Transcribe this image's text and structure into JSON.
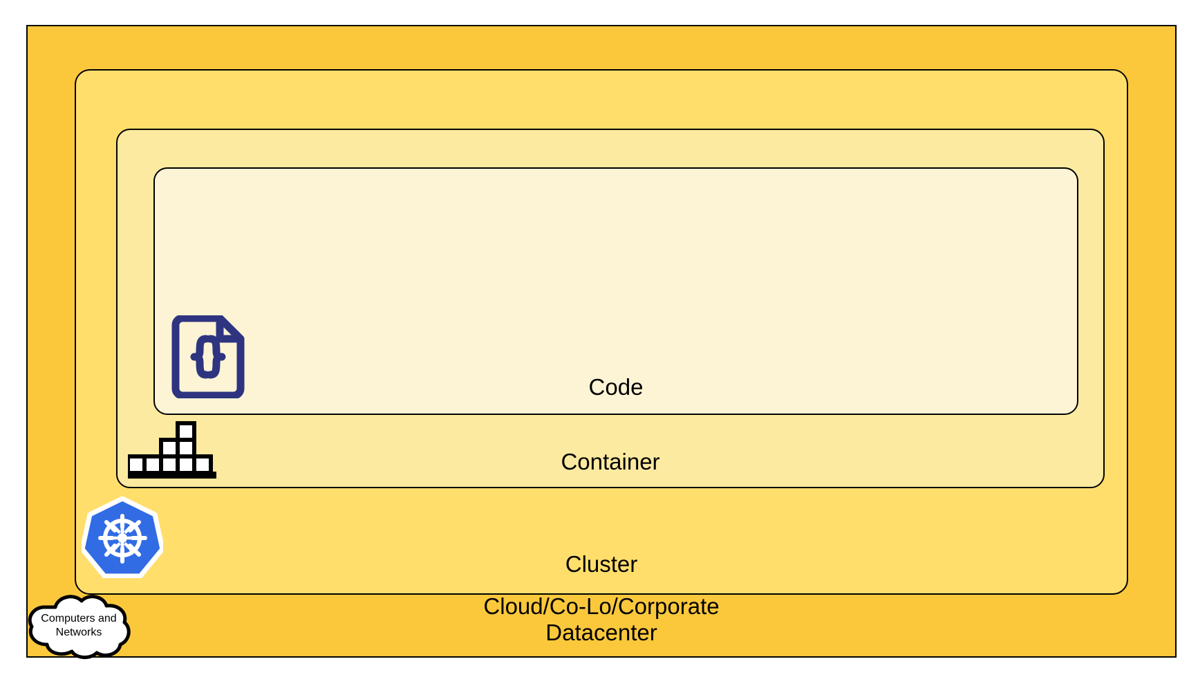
{
  "diagram": {
    "title": "Kubernetes application stack layers",
    "type": "nested-layers"
  },
  "colors": {
    "datacenter_fill": "#FBC83C",
    "cluster_fill": "#FFDE6C",
    "container_fill": "#FCEAA0",
    "code_fill": "#FDF4D6",
    "stroke": "#000000",
    "code_icon": "#2E3480",
    "k8s_blue": "#326CE5",
    "cloud_fill": "#FFFFFF"
  },
  "layers": {
    "code": {
      "label": "Code",
      "icon": "code-braces-document-icon"
    },
    "container": {
      "label": "Container",
      "icon": "container-boxes-icon"
    },
    "cluster": {
      "label": "Cluster",
      "icon": "kubernetes-helm-icon"
    },
    "datacenter": {
      "label": "Cloud/Co-Lo/Corporate\nDatacenter",
      "icon": "none"
    }
  },
  "callout": {
    "label": "Computers and\nNetworks",
    "shape": "cloud"
  }
}
